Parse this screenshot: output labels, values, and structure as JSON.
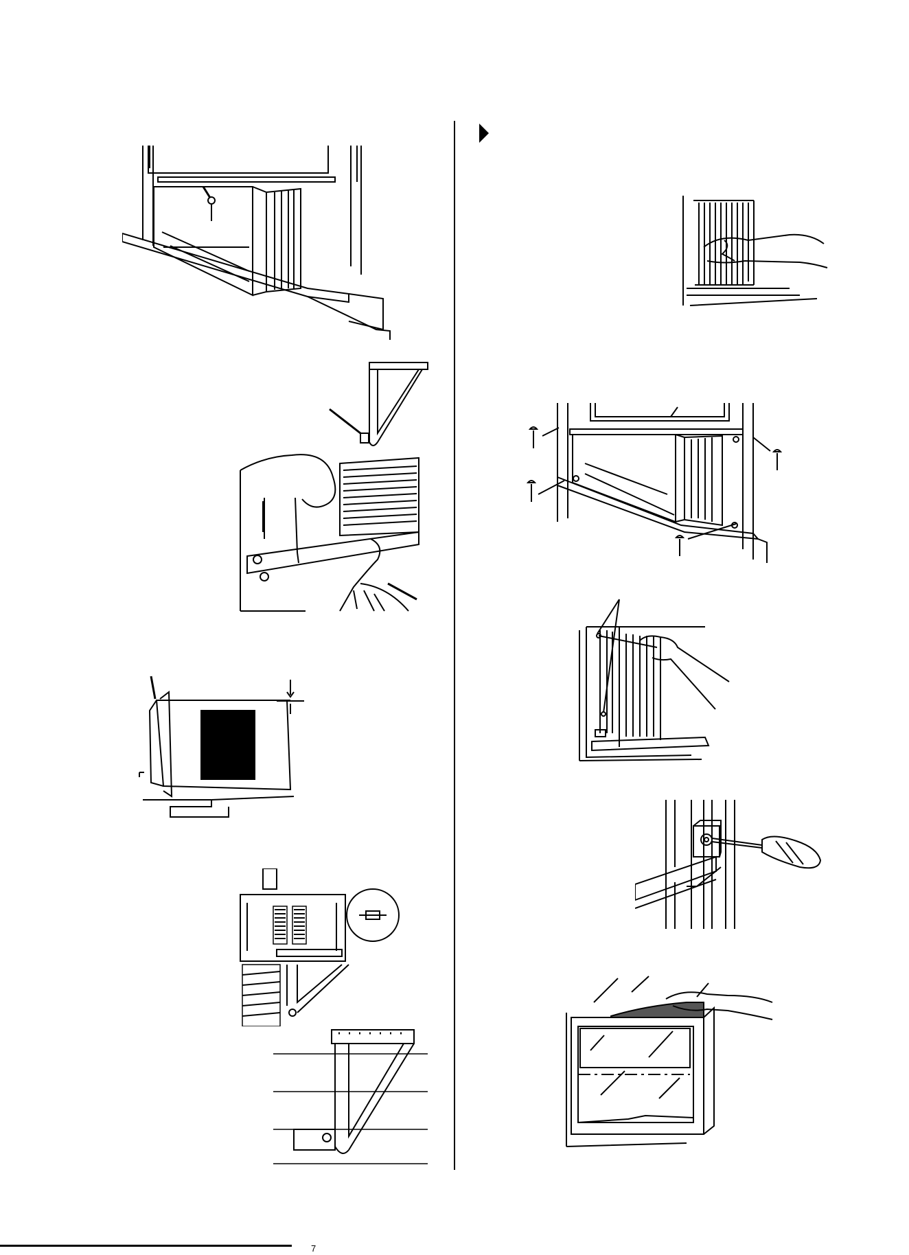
{
  "page": {
    "footer_mark": "7"
  },
  "figures": [
    {
      "id": "window-frame-screw",
      "icon": "window-frame-illustration"
    },
    {
      "id": "support-bracket-top",
      "icon": "support-bracket-illustration"
    },
    {
      "id": "grille-screwing",
      "icon": "hands-screwdriver-illustration"
    },
    {
      "id": "unit-side-tilt",
      "icon": "ac-unit-side-illustration"
    },
    {
      "id": "unit-level-bubble",
      "icon": "ac-unit-level-illustration"
    },
    {
      "id": "bracket-wall-mount",
      "icon": "bracket-wall-illustration"
    },
    {
      "id": "curtain-extend",
      "icon": "hand-curtain-illustration"
    },
    {
      "id": "window-screws-four",
      "icon": "window-screws-illustration"
    },
    {
      "id": "curtain-screw-driving",
      "icon": "curtain-screw-illustration"
    },
    {
      "id": "angle-bracket-screw",
      "icon": "angle-bracket-illustration"
    },
    {
      "id": "foam-seal-insert",
      "icon": "foam-seal-illustration"
    }
  ]
}
